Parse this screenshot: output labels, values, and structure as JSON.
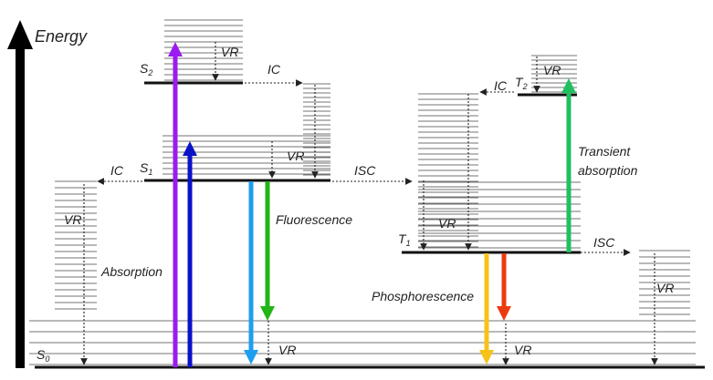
{
  "axis": {
    "label": "Energy"
  },
  "states": {
    "s0": {
      "letter": "S",
      "sub": "0"
    },
    "s1": {
      "letter": "S",
      "sub": "1"
    },
    "s2": {
      "letter": "S",
      "sub": "2"
    },
    "t1": {
      "letter": "T",
      "sub": "1"
    },
    "t2": {
      "letter": "T",
      "sub": "2"
    }
  },
  "processes": {
    "ic_s2_s1": "IC",
    "ic_s1_s0": "IC",
    "ic_t2_t1": "IC",
    "isc_s1_t1": "ISC",
    "isc_t1_s0": "ISC",
    "vr_s2": "VR",
    "vr_s1": "VR",
    "vr_s0_left": "VR",
    "vr_s0_fluor": "VR",
    "vr_s0_phos": "VR",
    "vr_t1": "VR",
    "vr_t2": "VR",
    "vr_s0_right": "VR",
    "absorption": "Absorption",
    "fluorescence": "Fluorescence",
    "phosphorescence": "Phosphorescence",
    "transient_1": "Transient",
    "transient_2": "absorption"
  },
  "colors": {
    "absorption_s2": "#9b1bf0",
    "absorption_s1": "#0a12c8",
    "fluorescence_blue": "#1e9ef0",
    "fluorescence_green": "#22b515",
    "phosphorescence_yellow": "#f6c21a",
    "phosphorescence_red": "#ec3a10",
    "transient_absorption": "#20c060"
  }
}
